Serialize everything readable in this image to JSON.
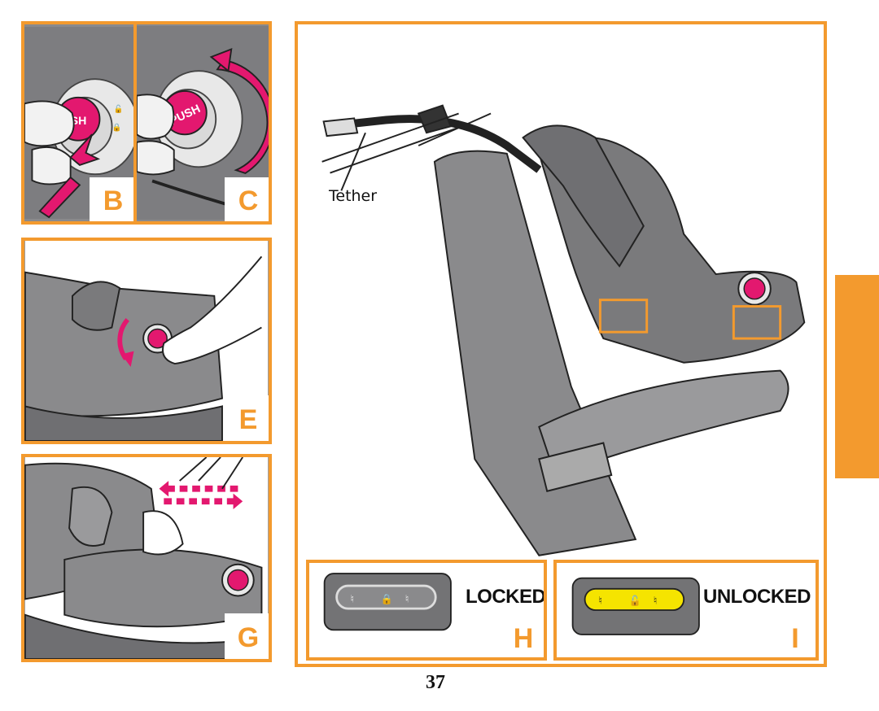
{
  "panels": {
    "b": {
      "letter": "B",
      "push_label": "•PUSH"
    },
    "c": {
      "letter": "C",
      "push_label": "PUSH"
    },
    "e": {
      "letter": "E"
    },
    "g": {
      "letter": "G"
    },
    "h": {
      "letter": "H",
      "status": "LOCKED"
    },
    "i": {
      "letter": "I",
      "status": "UNLOCKED"
    }
  },
  "main": {
    "tether_label": "Tether"
  },
  "page_number": "37",
  "colors": {
    "accent_orange": "#f39a2e",
    "indicator_pink": "#e3186f",
    "unlocked_yellow": "#f5e400",
    "seat_gray": "#8a8a8c"
  }
}
